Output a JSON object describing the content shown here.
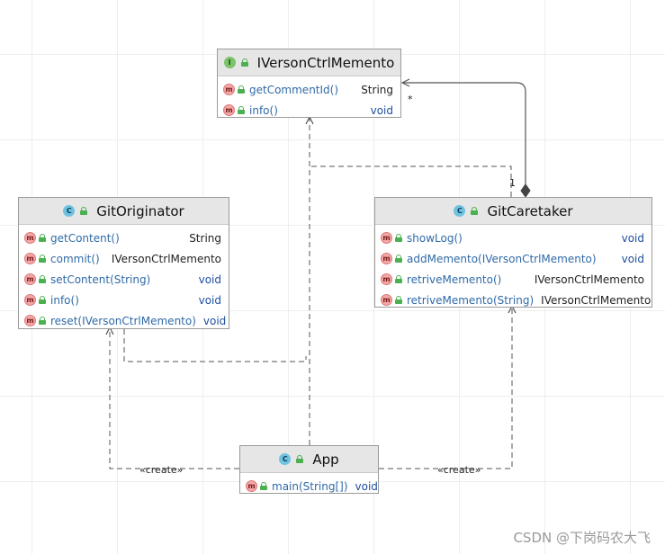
{
  "classes": {
    "memento": {
      "kind": "I",
      "name": "IVersonCtrlMemento",
      "members": [
        {
          "kind": "m",
          "name": "getCommentId()",
          "type": "String"
        },
        {
          "kind": "m",
          "name": "info()",
          "type": "void"
        }
      ]
    },
    "originator": {
      "kind": "C",
      "name": "GitOriginator",
      "members": [
        {
          "kind": "m",
          "name": "getContent()",
          "type": "String"
        },
        {
          "kind": "m",
          "name": "commit()",
          "type": "IVersonCtrlMemento"
        },
        {
          "kind": "m",
          "name": "setContent(String)",
          "type": "void"
        },
        {
          "kind": "m",
          "name": "info()",
          "type": "void"
        },
        {
          "kind": "m",
          "name": "reset(IVersonCtrlMemento)",
          "type": "void"
        }
      ]
    },
    "caretaker": {
      "kind": "C",
      "name": "GitCaretaker",
      "members": [
        {
          "kind": "m",
          "name": "showLog()",
          "type": "void"
        },
        {
          "kind": "m",
          "name": "addMemento(IVersonCtrlMemento)",
          "type": "void"
        },
        {
          "kind": "m",
          "name": "retriveMemento()",
          "type": "IVersonCtrlMemento"
        },
        {
          "kind": "m",
          "name": "retriveMemento(String)",
          "type": "IVersonCtrlMemento"
        }
      ]
    },
    "app": {
      "kind": "C",
      "name": "App",
      "members": [
        {
          "kind": "m",
          "name": "main(String[])",
          "type": "void"
        }
      ]
    }
  },
  "relations": {
    "create_left": "«create»",
    "create_right": "«create»",
    "multiplicity_many": "*",
    "multiplicity_one": "1"
  },
  "watermark": "CSDN @下岗码农大飞",
  "colors": {
    "method_name": "#2f6aa8",
    "keyword_type": "#1f4fa0",
    "header_bg": "#e6e6e6",
    "line": "#555555"
  }
}
